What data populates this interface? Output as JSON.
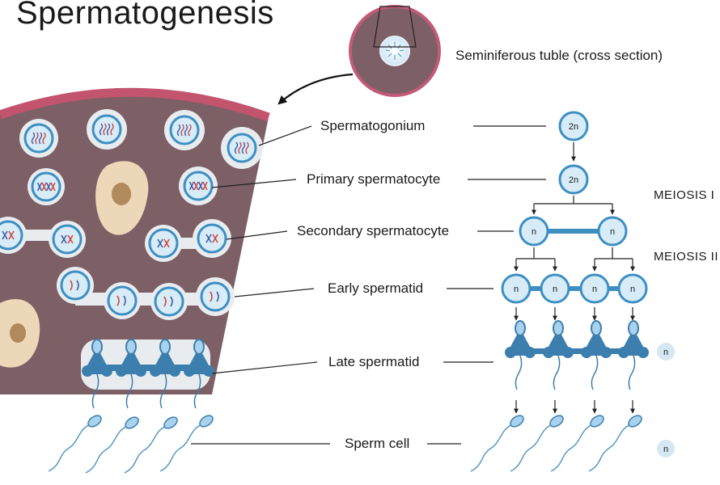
{
  "title": "Spermatogenesis",
  "cross_section_label": "Seminiferous tuble (cross section)",
  "stages": {
    "spermatogonium": "Spermatogonium",
    "primary": "Primary spermatocyte",
    "secondary": "Secondary spermatocyte",
    "early": "Early spermatid",
    "late": "Late spermatid",
    "sperm": "Sperm cell"
  },
  "phases": {
    "meiosis1": "MEIOSIS I",
    "meiosis2": "MEIOSIS II"
  },
  "ploidy": {
    "diploid": "2n",
    "haploid": "n"
  },
  "colors": {
    "tissue": "#7d5f66",
    "membrane": "#c2546e",
    "cell_fill": "#d8ecf8",
    "cell_stroke": "#3d8fc2",
    "sperm": "#3c7fae"
  }
}
